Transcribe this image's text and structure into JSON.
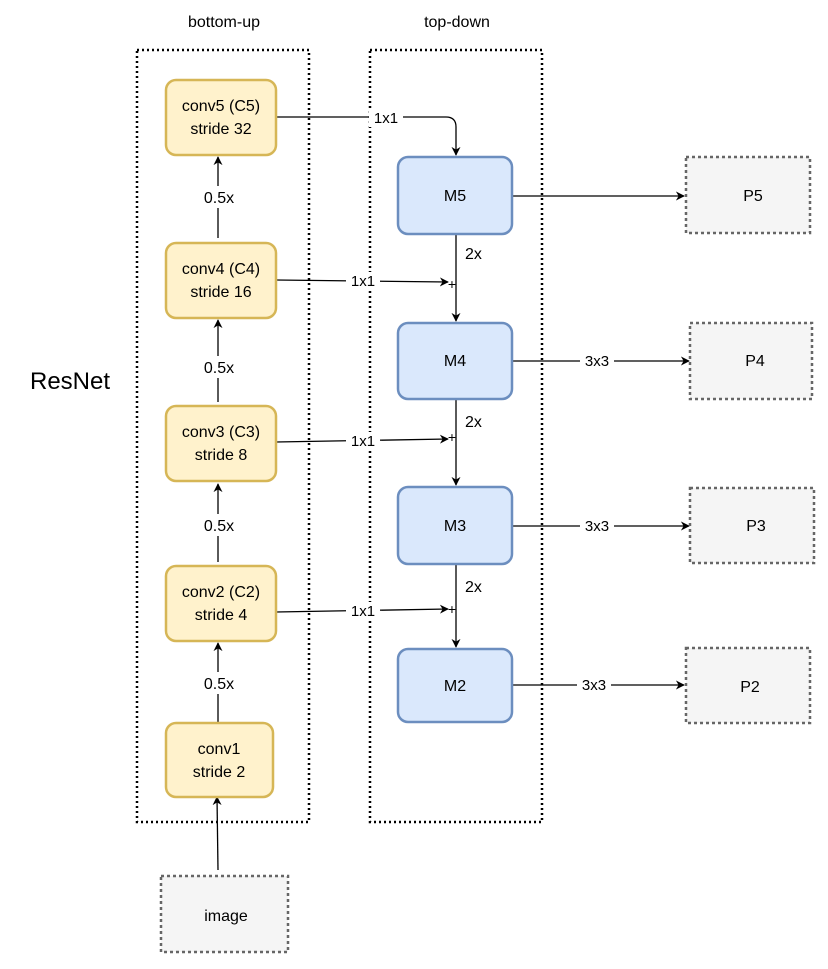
{
  "headers": {
    "bottom_up": "bottom-up",
    "top_down": "top-down"
  },
  "side_label": "ResNet",
  "colors": {
    "conv_fill": "#fff2cc",
    "conv_stroke": "#d6b656",
    "m_fill": "#dae8fc",
    "m_stroke": "#6c8ebf",
    "p_fill": "#f5f5f5",
    "p_stroke": "#666666"
  },
  "conv_blocks": [
    {
      "name": "conv5 (C5)",
      "stride": "stride 32"
    },
    {
      "name": "conv4 (C4)",
      "stride": "stride 16"
    },
    {
      "name": "conv3 (C3)",
      "stride": "stride 8"
    },
    {
      "name": "conv2 (C2)",
      "stride": "stride 4"
    },
    {
      "name": "conv1",
      "stride": "stride 2"
    }
  ],
  "downsample_labels": [
    "0.5x",
    "0.5x",
    "0.5x",
    "0.5x"
  ],
  "lateral_labels": [
    "1x1",
    "1x1",
    "1x1",
    "1x1"
  ],
  "m_blocks": [
    "M5",
    "M4",
    "M3",
    "M2"
  ],
  "upsample_labels": [
    "2x",
    "2x",
    "2x"
  ],
  "merge_symbol": "+",
  "output_labels": [
    "",
    "3x3",
    "3x3",
    "3x3"
  ],
  "p_blocks": [
    "P5",
    "P4",
    "P3",
    "P2"
  ],
  "input_label": "image"
}
